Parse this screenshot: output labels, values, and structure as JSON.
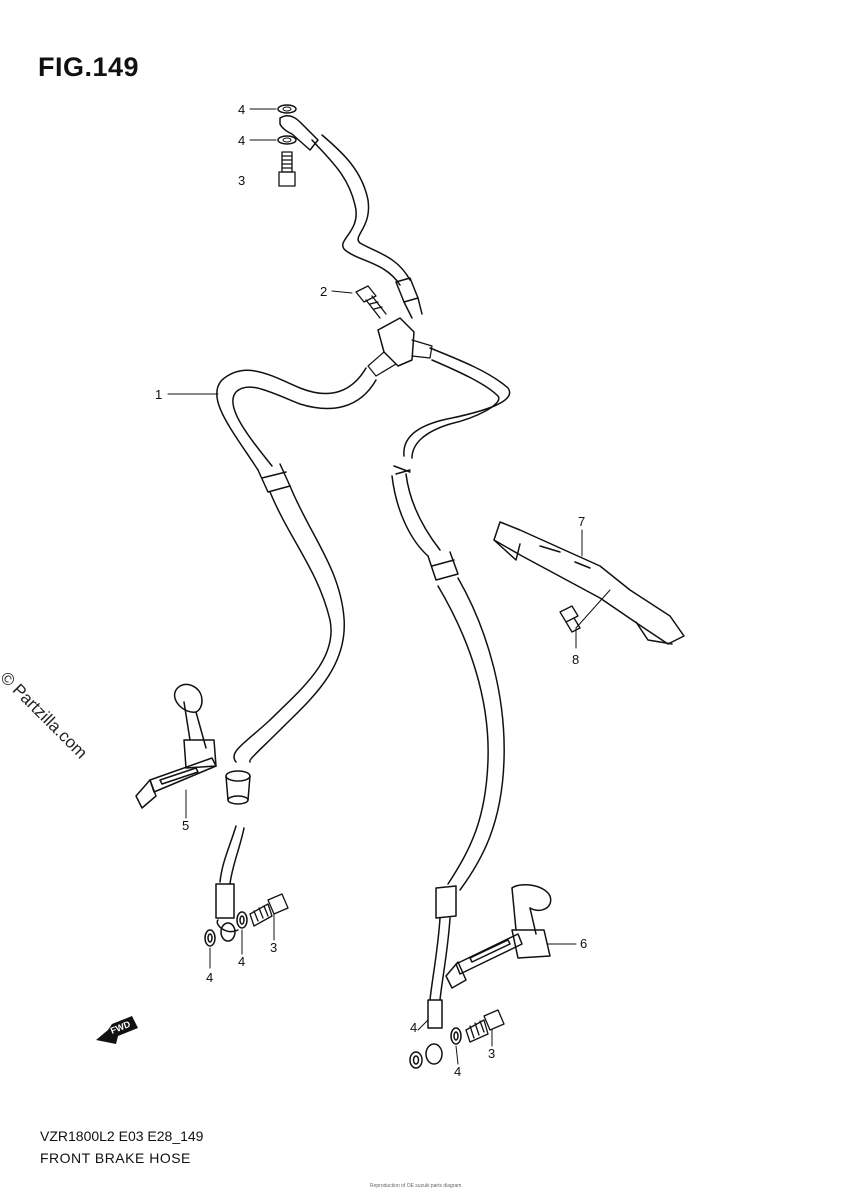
{
  "figure": {
    "title": "FIG.149",
    "model_code": "VZR1800L2 E03 E28_149",
    "description": "FRONT BRAKE HOSE",
    "watermark": "© Partzilla.com",
    "fine_print": "Reproduction of OE suzuki parts diagram"
  },
  "callouts": [
    {
      "id": "c4a",
      "label": "4"
    },
    {
      "id": "c4b",
      "label": "4"
    },
    {
      "id": "c3a",
      "label": "3"
    },
    {
      "id": "c2",
      "label": "2"
    },
    {
      "id": "c1",
      "label": "1"
    },
    {
      "id": "c7",
      "label": "7"
    },
    {
      "id": "c8",
      "label": "8"
    },
    {
      "id": "c5",
      "label": "5"
    },
    {
      "id": "c3b",
      "label": "3"
    },
    {
      "id": "c4c",
      "label": "4"
    },
    {
      "id": "c4d",
      "label": "4"
    },
    {
      "id": "c6",
      "label": "6"
    },
    {
      "id": "c4e",
      "label": "4"
    },
    {
      "id": "c3c",
      "label": "3"
    },
    {
      "id": "c4f",
      "label": "4"
    }
  ],
  "fwd_label": "FWD",
  "colors": {
    "line": "#111111",
    "paper": "#ffffff"
  }
}
